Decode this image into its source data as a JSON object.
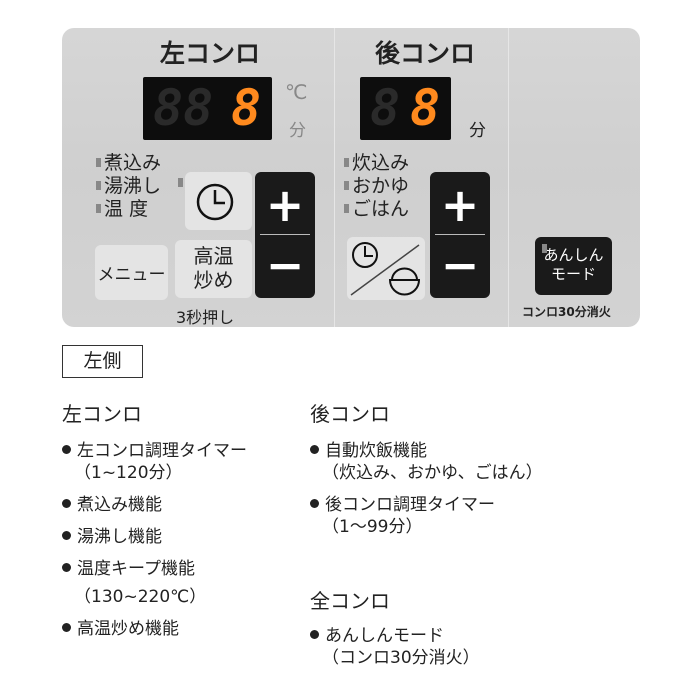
{
  "panel": {
    "left": {
      "title": "左コンロ",
      "display_digit": "8",
      "display_dim": "88",
      "unit_temp": "℃",
      "unit_min": "分",
      "indicators": [
        "煮込み",
        "湯沸し",
        "温 度"
      ],
      "menu_button": "メニュー",
      "high_temp_button": [
        "高温",
        "炒め"
      ],
      "hold_note": "3秒押し",
      "plus": "+",
      "minus": "−"
    },
    "rear": {
      "title": "後コンロ",
      "display_digit": "8",
      "display_dim": "8",
      "unit_min": "分",
      "indicators": [
        "炊込み",
        "おかゆ",
        "ごはん"
      ],
      "plus": "+",
      "minus": "−"
    },
    "anshin": {
      "button": [
        "あんしん",
        "モード"
      ],
      "caption": "コンロ30分消火"
    },
    "display_color": "#ff8a1e"
  },
  "side_label": "左側",
  "left_features": {
    "heading": "左コンロ",
    "items": [
      {
        "text": "左コンロ調理タイマー",
        "sub": "（1~120分）"
      },
      {
        "text": "煮込み機能"
      },
      {
        "text": "湯沸し機能"
      },
      {
        "text": "温度キープ機能",
        "sub": "（130~220℃）"
      },
      {
        "text": "高温炒め機能"
      }
    ]
  },
  "rear_features": {
    "heading": "後コンロ",
    "items": [
      {
        "text": "自動炊飯機能",
        "sub": "（炊込み、おかゆ、ごはん）"
      },
      {
        "text": "後コンロ調理タイマー",
        "sub": "（1～99分）"
      }
    ]
  },
  "all_features": {
    "heading": "全コンロ",
    "items": [
      {
        "text": "あんしんモード",
        "sub": "（コンロ30分消火）"
      }
    ]
  }
}
